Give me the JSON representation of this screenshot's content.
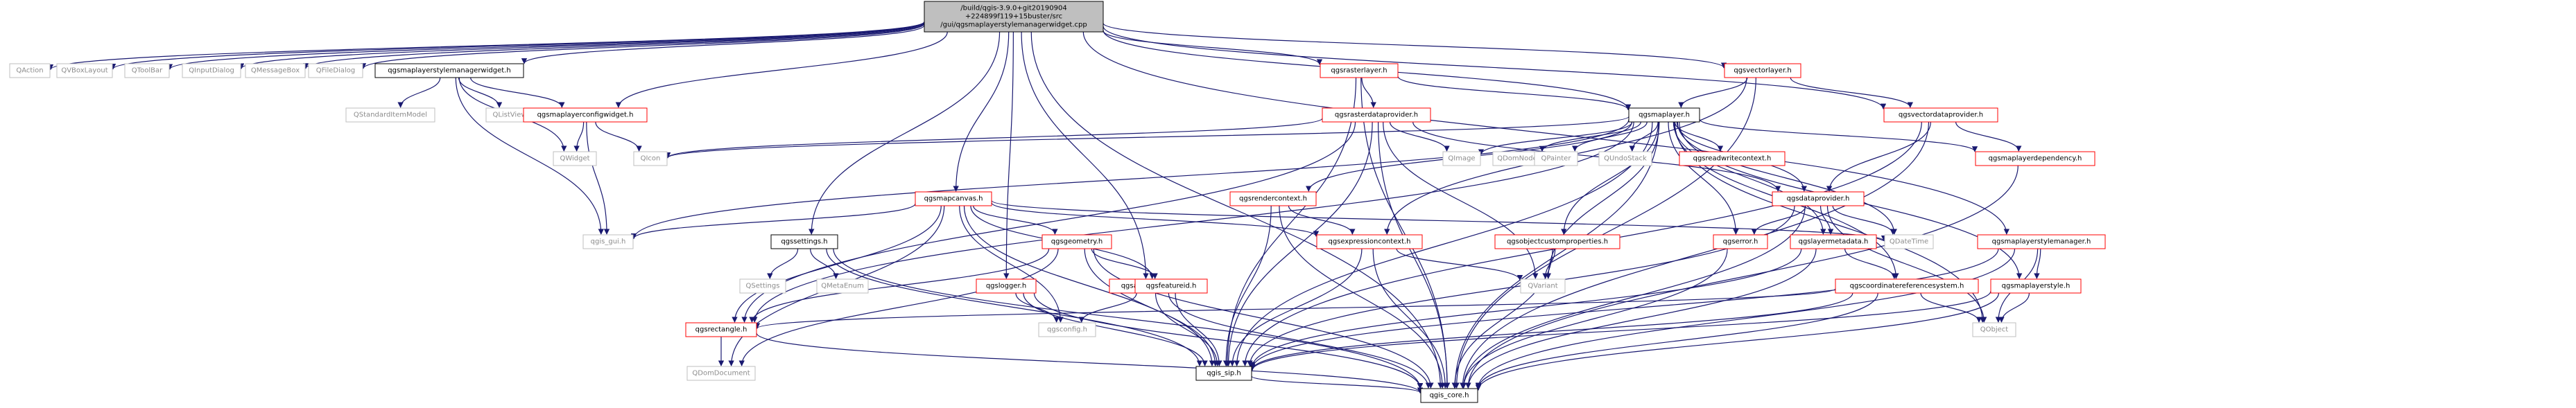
{
  "colors": {
    "edge_blue": "#191970",
    "edge_purple": "#9a32cd",
    "border_black": "#000000",
    "border_red": "#ff0000",
    "border_gray": "#bfbfbf",
    "fill_root": "#bfbfbf",
    "fill_white": "#ffffff",
    "text_black": "#000000",
    "text_gray": "#8c8c8c"
  },
  "nodes": [
    {
      "id": "root",
      "label": [
        "/build/qgis-3.9.0+git20190904",
        "+224899f119+15buster/src",
        "/gui/qgsmaplayerstylemanagerwidget.cpp"
      ],
      "style": "root"
    },
    {
      "id": "qaction",
      "label": [
        "QAction"
      ],
      "style": "ext"
    },
    {
      "id": "qvboxlayout",
      "label": [
        "QVBoxLayout"
      ],
      "style": "ext"
    },
    {
      "id": "qtoolbar",
      "label": [
        "QToolBar"
      ],
      "style": "ext"
    },
    {
      "id": "qinputdialog",
      "label": [
        "QInputDialog"
      ],
      "style": "ext"
    },
    {
      "id": "qmessagebox",
      "label": [
        "QMessageBox"
      ],
      "style": "ext"
    },
    {
      "id": "qfiledialog",
      "label": [
        "QFileDialog"
      ],
      "style": "ext"
    },
    {
      "id": "styleman_widget_h",
      "label": [
        "qgsmaplayerstylemanagerwidget.h"
      ],
      "style": "black"
    },
    {
      "id": "qstandarditemmodel",
      "label": [
        "QStandardItemModel"
      ],
      "style": "ext"
    },
    {
      "id": "qlistview",
      "label": [
        "QListView"
      ],
      "style": "ext"
    },
    {
      "id": "configwidget_h",
      "label": [
        "qgsmaplayerconfigwidget.h"
      ],
      "style": "red"
    },
    {
      "id": "qwidget",
      "label": [
        "QWidget"
      ],
      "style": "ext"
    },
    {
      "id": "qicon",
      "label": [
        "QIcon"
      ],
      "style": "ext"
    },
    {
      "id": "qgis_gui_h",
      "label": [
        "qgis_gui.h"
      ],
      "style": "ext"
    },
    {
      "id": "settings_h",
      "label": [
        "qgssettings.h"
      ],
      "style": "black"
    },
    {
      "id": "qsettings",
      "label": [
        "QSettings"
      ],
      "style": "ext"
    },
    {
      "id": "qmetaenum",
      "label": [
        "QMetaEnum"
      ],
      "style": "ext"
    },
    {
      "id": "logger_h",
      "label": [
        "qgslogger.h"
      ],
      "style": "red"
    },
    {
      "id": "qgsconfig_h",
      "label": [
        "qgsconfig.h"
      ],
      "style": "ext"
    },
    {
      "id": "application_h",
      "label": [
        "qgsapplication.h"
      ],
      "style": "red"
    },
    {
      "id": "mapcanvas_h",
      "label": [
        "qgsmapcanvas.h"
      ],
      "style": "red"
    },
    {
      "id": "geometry_h",
      "label": [
        "qgsgeometry.h"
      ],
      "style": "red"
    },
    {
      "id": "featureid_h",
      "label": [
        "qgsfeatureid.h"
      ],
      "style": "red"
    },
    {
      "id": "rectangle_h",
      "label": [
        "qgsrectangle.h"
      ],
      "style": "red"
    },
    {
      "id": "qdomdocument",
      "label": [
        "QDomDocument"
      ],
      "style": "ext"
    },
    {
      "id": "rasterlayer_h",
      "label": [
        "qgsrasterlayer.h"
      ],
      "style": "red"
    },
    {
      "id": "rasterdataprovider_h",
      "label": [
        "qgsrasterdataprovider.h"
      ],
      "style": "red"
    },
    {
      "id": "qimage",
      "label": [
        "QImage"
      ],
      "style": "ext"
    },
    {
      "id": "maplayer_h",
      "label": [
        "qgsmaplayer.h"
      ],
      "style": "black"
    },
    {
      "id": "rendercontext_h",
      "label": [
        "qgsrendercontext.h"
      ],
      "style": "red"
    },
    {
      "id": "expressioncontext_h",
      "label": [
        "qgsexpressioncontext.h"
      ],
      "style": "red"
    },
    {
      "id": "qdomnode",
      "label": [
        "QDomNode"
      ],
      "style": "ext"
    },
    {
      "id": "qpainter",
      "label": [
        "QPainter"
      ],
      "style": "ext"
    },
    {
      "id": "qundostack",
      "label": [
        "QUndoStack"
      ],
      "style": "ext"
    },
    {
      "id": "objectcustomproperties_h",
      "label": [
        "qgsobjectcustomproperties.h"
      ],
      "style": "red"
    },
    {
      "id": "qvariant",
      "label": [
        "QVariant"
      ],
      "style": "ext"
    },
    {
      "id": "readwritecontext_h",
      "label": [
        "qgsreadwritecontext.h"
      ],
      "style": "red"
    },
    {
      "id": "error_h",
      "label": [
        "qgserror.h"
      ],
      "style": "red"
    },
    {
      "id": "layermetadata_h",
      "label": [
        "qgslayermetadata.h"
      ],
      "style": "red"
    },
    {
      "id": "crs_h",
      "label": [
        "qgscoordinatereferencesystem.h"
      ],
      "style": "red"
    },
    {
      "id": "dataprovider_h",
      "label": [
        "qgsdataprovider.h"
      ],
      "style": "red"
    },
    {
      "id": "qdatetime",
      "label": [
        "QDateTime"
      ],
      "style": "ext"
    },
    {
      "id": "vectorlayer_h",
      "label": [
        "qgsvectorlayer.h"
      ],
      "style": "red"
    },
    {
      "id": "vectordataprovider_h",
      "label": [
        "qgsvectordataprovider.h"
      ],
      "style": "red"
    },
    {
      "id": "maplayerdependency_h",
      "label": [
        "qgsmaplayerdependency.h"
      ],
      "style": "red"
    },
    {
      "id": "styleman_h",
      "label": [
        "qgsmaplayerstylemanager.h"
      ],
      "style": "red"
    },
    {
      "id": "maplayerstyle_h",
      "label": [
        "qgsmaplayerstyle.h"
      ],
      "style": "red"
    },
    {
      "id": "qobject",
      "label": [
        "QObject"
      ],
      "style": "ext"
    },
    {
      "id": "qgis_sip_h",
      "label": [
        "qgis_sip.h"
      ],
      "style": "black"
    },
    {
      "id": "qgis_core_h",
      "label": [
        "qgis_core.h"
      ],
      "style": "black"
    }
  ],
  "edges": [
    [
      "root",
      "qaction"
    ],
    [
      "root",
      "qvboxlayout"
    ],
    [
      "root",
      "qtoolbar"
    ],
    [
      "root",
      "qinputdialog"
    ],
    [
      "root",
      "qmessagebox"
    ],
    [
      "root",
      "qfiledialog"
    ],
    [
      "root",
      "styleman_widget_h"
    ],
    [
      "root",
      "configwidget_h"
    ],
    [
      "root",
      "settings_h"
    ],
    [
      "root",
      "logger_h"
    ],
    [
      "root",
      "application_h"
    ],
    [
      "root",
      "mapcanvas_h"
    ],
    [
      "root",
      "rasterlayer_h"
    ],
    [
      "root",
      "maplayer_h"
    ],
    [
      "root",
      "vectorlayer_h"
    ],
    [
      "root",
      "vectordataprovider_h"
    ],
    [
      "root",
      "styleman_h"
    ],
    [
      "root",
      "qgis_core_h"
    ],
    [
      "styleman_widget_h",
      "qstandarditemmodel"
    ],
    [
      "styleman_widget_h",
      "qlistview"
    ],
    [
      "styleman_widget_h",
      "configwidget_h"
    ],
    [
      "styleman_widget_h",
      "qwidget"
    ],
    [
      "styleman_widget_h",
      "qgis_gui_h"
    ],
    [
      "configwidget_h",
      "qwidget"
    ],
    [
      "configwidget_h",
      "qicon"
    ],
    [
      "configwidget_h",
      "qgis_gui_h"
    ],
    [
      "settings_h",
      "qsettings"
    ],
    [
      "settings_h",
      "qmetaenum"
    ],
    [
      "settings_h",
      "qgis_core_h"
    ],
    [
      "settings_h",
      "qgis_sip_h"
    ],
    [
      "logger_h",
      "qgsconfig_h"
    ],
    [
      "logger_h",
      "qgis_core_h"
    ],
    [
      "logger_h",
      "qgis_sip_h"
    ],
    [
      "application_h",
      "qgsconfig_h"
    ],
    [
      "application_h",
      "qgis_core_h"
    ],
    [
      "application_h",
      "qgis_sip_h"
    ],
    [
      "mapcanvas_h",
      "qgis_gui_h"
    ],
    [
      "mapcanvas_h",
      "geometry_h"
    ],
    [
      "mapcanvas_h",
      "featureid_h"
    ],
    [
      "mapcanvas_h",
      "rectangle_h"
    ],
    [
      "mapcanvas_h",
      "qdomdocument"
    ],
    [
      "mapcanvas_h",
      "expressioncontext_h"
    ],
    [
      "mapcanvas_h",
      "qgis_sip_h"
    ],
    [
      "mapcanvas_h",
      "qgsconfig_h"
    ],
    [
      "mapcanvas_h",
      "qdatetime"
    ],
    [
      "geometry_h",
      "featureid_h"
    ],
    [
      "geometry_h",
      "rectangle_h"
    ],
    [
      "geometry_h",
      "qdomdocument"
    ],
    [
      "geometry_h",
      "qgis_core_h"
    ],
    [
      "geometry_h",
      "qgis_sip_h"
    ],
    [
      "featureid_h",
      "qgis_sip_h"
    ],
    [
      "rectangle_h",
      "qdomdocument"
    ],
    [
      "rectangle_h",
      "qgis_core_h"
    ],
    [
      "rasterlayer_h",
      "rasterdataprovider_h"
    ],
    [
      "rasterlayer_h",
      "maplayer_h"
    ],
    [
      "rasterlayer_h",
      "qgis_core_h"
    ],
    [
      "rasterlayer_h",
      "qgis_sip_h"
    ],
    [
      "rasterdataprovider_h",
      "qimage"
    ],
    [
      "rasterdataprovider_h",
      "qvariant"
    ],
    [
      "rasterdataprovider_h",
      "qgis_core_h"
    ],
    [
      "rasterdataprovider_h",
      "qgis_sip_h"
    ],
    [
      "rasterdataprovider_h",
      "rectangle_h"
    ],
    [
      "rasterdataprovider_h",
      "dataprovider_h"
    ],
    [
      "rasterdataprovider_h",
      "qicon"
    ],
    [
      "maplayer_h",
      "qicon"
    ],
    [
      "maplayer_h",
      "qimage"
    ],
    [
      "maplayer_h",
      "qdomnode"
    ],
    [
      "maplayer_h",
      "qpainter"
    ],
    [
      "maplayer_h",
      "qundostack"
    ],
    [
      "maplayer_h",
      "rendercontext_h"
    ],
    [
      "maplayer_h",
      "objectcustomproperties_h"
    ],
    [
      "maplayer_h",
      "qvariant"
    ],
    [
      "maplayer_h",
      "readwritecontext_h"
    ],
    [
      "maplayer_h",
      "error_h"
    ],
    [
      "maplayer_h",
      "layermetadata_h"
    ],
    [
      "maplayer_h",
      "crs_h"
    ],
    [
      "maplayer_h",
      "dataprovider_h"
    ],
    [
      "maplayer_h",
      "qdatetime"
    ],
    [
      "maplayer_h",
      "maplayerdependency_h"
    ],
    [
      "maplayer_h",
      "maplayerstyle_h"
    ],
    [
      "maplayer_h",
      "qobject"
    ],
    [
      "maplayer_h",
      "qgis_sip_h"
    ],
    [
      "maplayer_h",
      "qgis_core_h"
    ],
    [
      "maplayer_h",
      "rectangle_h"
    ],
    [
      "maplayer_h",
      "qgis_gui_h"
    ],
    [
      "rendercontext_h",
      "expressioncontext_h"
    ],
    [
      "rendercontext_h",
      "qgis_core_h"
    ],
    [
      "rendercontext_h",
      "qgis_sip_h"
    ],
    [
      "expressioncontext_h",
      "qvariant"
    ],
    [
      "expressioncontext_h",
      "qgis_core_h"
    ],
    [
      "expressioncontext_h",
      "qgis_sip_h"
    ],
    [
      "objectcustomproperties_h",
      "qvariant"
    ],
    [
      "objectcustomproperties_h",
      "qgis_core_h"
    ],
    [
      "error_h",
      "qgis_core_h"
    ],
    [
      "layermetadata_h",
      "crs_h"
    ],
    [
      "layermetadata_h",
      "qgis_core_h"
    ],
    [
      "layermetadata_h",
      "qgis_sip_h"
    ],
    [
      "crs_h",
      "qobject"
    ],
    [
      "crs_h",
      "qgis_core_h"
    ],
    [
      "crs_h",
      "qgis_sip_h"
    ],
    [
      "crs_h",
      "rectangle_h"
    ],
    [
      "dataprovider_h",
      "qdatetime"
    ],
    [
      "dataprovider_h",
      "qobject"
    ],
    [
      "dataprovider_h",
      "error_h"
    ],
    [
      "dataprovider_h",
      "layermetadata_h"
    ],
    [
      "dataprovider_h",
      "qgis_core_h"
    ],
    [
      "dataprovider_h",
      "qgis_sip_h"
    ],
    [
      "vectorlayer_h",
      "maplayer_h"
    ],
    [
      "vectorlayer_h",
      "vectordataprovider_h"
    ],
    [
      "vectorlayer_h",
      "qgis_core_h"
    ],
    [
      "vectorlayer_h",
      "expressioncontext_h"
    ],
    [
      "vectordataprovider_h",
      "dataprovider_h"
    ],
    [
      "vectordataprovider_h",
      "maplayerdependency_h"
    ],
    [
      "vectordataprovider_h",
      "qgis_core_h"
    ],
    [
      "vectordataprovider_h",
      "qgis_sip_h"
    ],
    [
      "maplayerdependency_h",
      "qgis_core_h"
    ],
    [
      "styleman_h",
      "maplayerstyle_h"
    ],
    [
      "styleman_h",
      "qobject"
    ],
    [
      "styleman_h",
      "qgis_core_h"
    ],
    [
      "styleman_h",
      "qgis_sip_h"
    ],
    [
      "maplayerstyle_h",
      "qobject"
    ],
    [
      "maplayerstyle_h",
      "qgis_core_h"
    ],
    [
      "maplayerstyle_h",
      "qgis_sip_h"
    ],
    [
      "qgis_sip_h",
      "qgis_core_h"
    ]
  ]
}
